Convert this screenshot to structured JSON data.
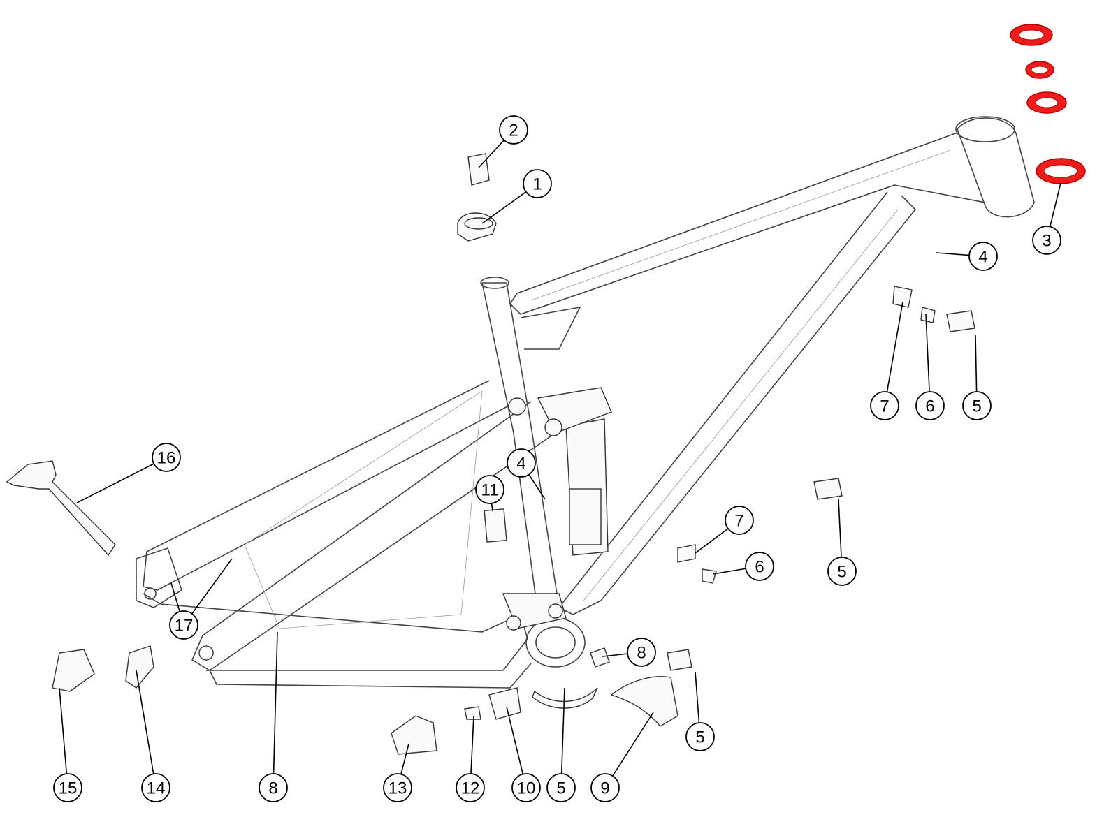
{
  "diagram": {
    "highlight_color": "#f01c1c",
    "callouts": [
      {
        "id": "c1",
        "label": "1"
      },
      {
        "id": "c2",
        "label": "2"
      },
      {
        "id": "c3",
        "label": "3",
        "highlighted": true
      },
      {
        "id": "c4a",
        "label": "4"
      },
      {
        "id": "c4b",
        "label": "4"
      },
      {
        "id": "c5a",
        "label": "5"
      },
      {
        "id": "c5b",
        "label": "5"
      },
      {
        "id": "c5c",
        "label": "5"
      },
      {
        "id": "c5d",
        "label": "5"
      },
      {
        "id": "c6a",
        "label": "6"
      },
      {
        "id": "c6b",
        "label": "6"
      },
      {
        "id": "c7a",
        "label": "7"
      },
      {
        "id": "c7b",
        "label": "7"
      },
      {
        "id": "c8a",
        "label": "8"
      },
      {
        "id": "c8b",
        "label": "8"
      },
      {
        "id": "c9",
        "label": "9"
      },
      {
        "id": "c10",
        "label": "10"
      },
      {
        "id": "c11",
        "label": "11"
      },
      {
        "id": "c12",
        "label": "12"
      },
      {
        "id": "c13",
        "label": "13"
      },
      {
        "id": "c14",
        "label": "14"
      },
      {
        "id": "c15",
        "label": "15"
      },
      {
        "id": "c16",
        "label": "16"
      },
      {
        "id": "c17",
        "label": "17"
      }
    ]
  }
}
